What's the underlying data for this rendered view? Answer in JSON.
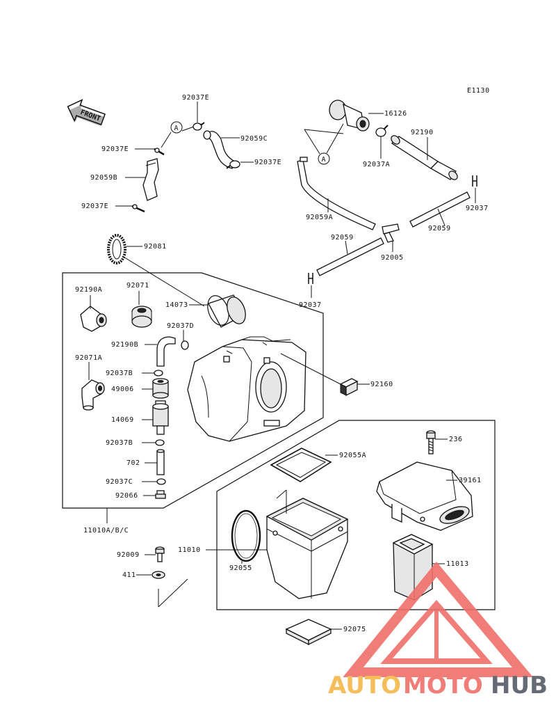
{
  "diagram_code": "E1130",
  "front_label": "FRONT",
  "ref_marker": "A",
  "labels": {
    "p16126": "16126",
    "p92190": "92190",
    "p92037A": "92037A",
    "p92037_r1": "92037",
    "p92059A": "92059A",
    "p92059_r": "92059",
    "p92059_c": "92059",
    "p92005": "92005",
    "p92037_c": "92037",
    "p92037E_top": "92037E",
    "p92037E_l1": "92037E",
    "p92059C": "92059C",
    "p92037E_r": "92037E",
    "p92059B": "92059B",
    "p92037E_l2": "92037E",
    "p92081": "92081",
    "p92190A": "92190A",
    "p92071": "92071",
    "p14073": "14073",
    "p92037D": "92037D",
    "p92190B": "92190B",
    "p92071A": "92071A",
    "p92037B_1": "92037B",
    "p49006": "49006",
    "p92160": "92160",
    "p14069": "14069",
    "p92037B_2": "92037B",
    "p702": "702",
    "p92037C": "92037C",
    "p92066": "92066",
    "p11010ABC": "11010A/B/C",
    "p236": "236",
    "p92055A": "92055A",
    "p39161": "39161",
    "p11010": "11010",
    "p92009": "92009",
    "p411": "411",
    "p92055": "92055",
    "p11013": "11013",
    "p92075": "92075"
  },
  "watermark": {
    "part1": "AUTO",
    "part2": "MOTO",
    "part3": "HUB",
    "colors": {
      "auto": "#f5b84a",
      "moto": "#f0706a",
      "hub": "#555a66",
      "triangle": "#f0706a"
    }
  }
}
